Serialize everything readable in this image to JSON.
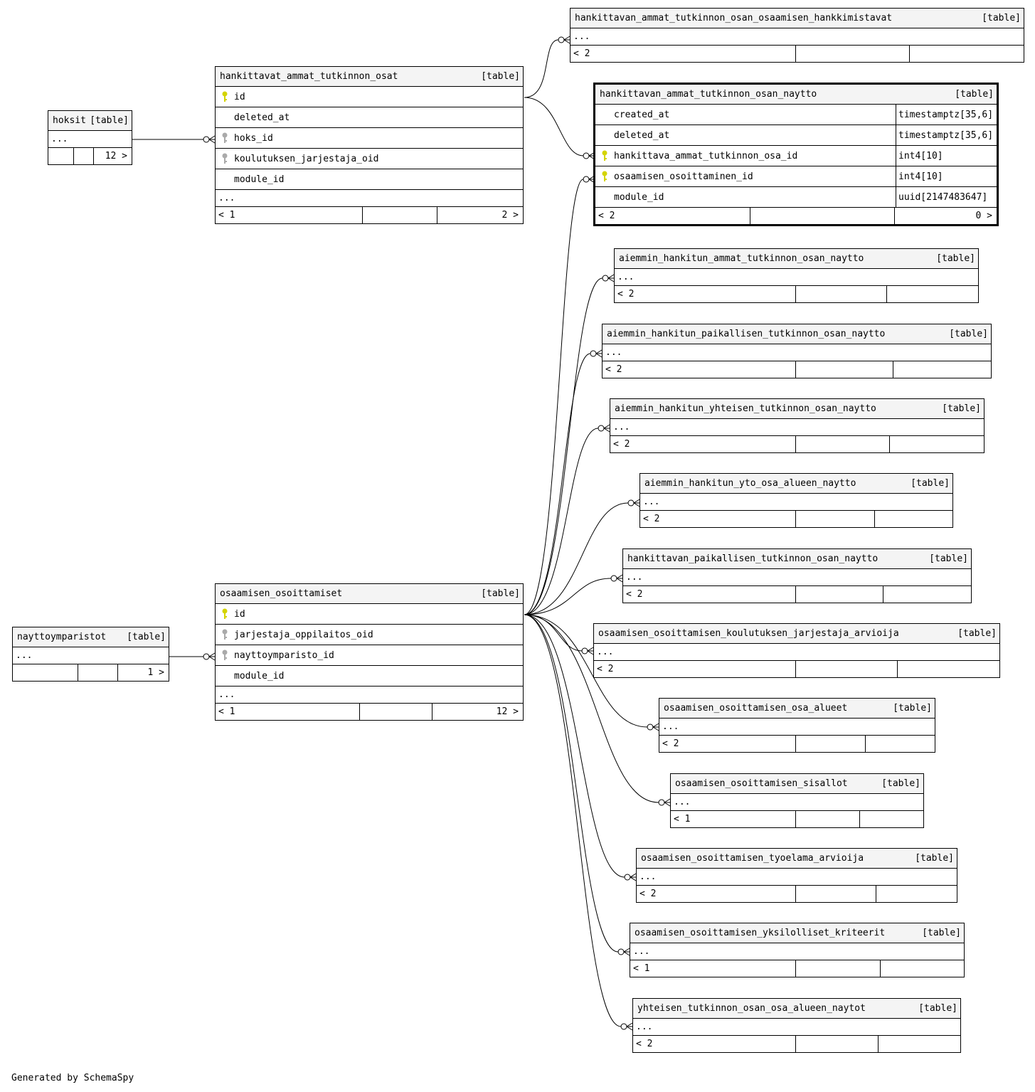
{
  "diagram": {
    "footer_text": "Generated by SchemaSpy",
    "colors": {
      "primary_key": "#d4d400",
      "foreign_key": "#aaaaaa",
      "header_bg": "#f4f4f4"
    },
    "table_tag": "[table]",
    "tables": {
      "hankkimistavat": {
        "name": "hankittavan_ammat_tutkinnon_osan_osaamisen_hankkimistavat",
        "ellipsis": "...",
        "footer": [
          "< 2",
          "",
          ""
        ]
      },
      "naytto": {
        "name": "hankittavan_ammat_tutkinnon_osan_naytto",
        "columns": [
          {
            "name": "created_at",
            "type": "timestamptz[35,6]",
            "key": ""
          },
          {
            "name": "deleted_at",
            "type": "timestamptz[35,6]",
            "key": ""
          },
          {
            "name": "hankittava_ammat_tutkinnon_osa_id",
            "type": "int4[10]",
            "key": "pk"
          },
          {
            "name": "osaamisen_osoittaminen_id",
            "type": "int4[10]",
            "key": "pk"
          },
          {
            "name": "module_id",
            "type": "uuid[2147483647]",
            "key": ""
          }
        ],
        "footer": [
          "< 2",
          "",
          "0 >"
        ]
      },
      "hato": {
        "name": "hankittavat_ammat_tutkinnon_osat",
        "columns": [
          {
            "name": "id",
            "key": "pk"
          },
          {
            "name": "deleted_at",
            "key": ""
          },
          {
            "name": "hoks_id",
            "key": "fk"
          },
          {
            "name": "koulutuksen_jarjestaja_oid",
            "key": "fk"
          },
          {
            "name": "module_id",
            "key": ""
          }
        ],
        "ellipsis": "...",
        "footer": [
          "< 1",
          "",
          "2 >"
        ]
      },
      "hoksit": {
        "name": "hoksit",
        "ellipsis": "...",
        "footer": [
          "",
          "",
          "12 >"
        ]
      },
      "aht_naytto": {
        "name": "aiemmin_hankitun_ammat_tutkinnon_osan_naytto",
        "ellipsis": "...",
        "footer": [
          "< 2",
          "",
          ""
        ]
      },
      "ahp_naytto": {
        "name": "aiemmin_hankitun_paikallisen_tutkinnon_osan_naytto",
        "ellipsis": "...",
        "footer": [
          "< 2",
          "",
          ""
        ]
      },
      "ahy_naytto": {
        "name": "aiemmin_hankitun_yhteisen_tutkinnon_osan_naytto",
        "ellipsis": "...",
        "footer": [
          "< 2",
          "",
          ""
        ]
      },
      "ahyto_naytto": {
        "name": "aiemmin_hankitun_yto_osa_alueen_naytto",
        "ellipsis": "...",
        "footer": [
          "< 2",
          "",
          ""
        ]
      },
      "hp_naytto": {
        "name": "hankittavan_paikallisen_tutkinnon_osan_naytto",
        "ellipsis": "...",
        "footer": [
          "< 2",
          "",
          ""
        ]
      },
      "oo_kja": {
        "name": "osaamisen_osoittamisen_koulutuksen_jarjestaja_arvioija",
        "ellipsis": "...",
        "footer": [
          "< 2",
          "",
          ""
        ]
      },
      "oo_osa_alueet": {
        "name": "osaamisen_osoittamisen_osa_alueet",
        "ellipsis": "...",
        "footer": [
          "< 2",
          "",
          ""
        ]
      },
      "oo_sisallot": {
        "name": "osaamisen_osoittamisen_sisallot",
        "ellipsis": "...",
        "footer": [
          "< 1",
          "",
          ""
        ]
      },
      "oo_tyoelama": {
        "name": "osaamisen_osoittamisen_tyoelama_arvioija",
        "ellipsis": "...",
        "footer": [
          "< 2",
          "",
          ""
        ]
      },
      "oo_kriteerit": {
        "name": "osaamisen_osoittamisen_yksilolliset_kriteerit",
        "ellipsis": "...",
        "footer": [
          "< 1",
          "",
          ""
        ]
      },
      "ytoa_naytot": {
        "name": "yhteisen_tutkinnon_osan_osa_alueen_naytot",
        "ellipsis": "...",
        "footer": [
          "< 2",
          "",
          ""
        ]
      },
      "oo": {
        "name": "osaamisen_osoittamiset",
        "columns": [
          {
            "name": "id",
            "key": "pk"
          },
          {
            "name": "jarjestaja_oppilaitos_oid",
            "key": "fk"
          },
          {
            "name": "nayttoymparisto_id",
            "key": "fk"
          },
          {
            "name": "module_id",
            "key": ""
          }
        ],
        "ellipsis": "...",
        "footer": [
          "< 1",
          "",
          "12 >"
        ]
      },
      "nayttoymparistot": {
        "name": "nayttoymparistot",
        "ellipsis": "...",
        "footer": [
          "",
          "",
          "1 >"
        ]
      }
    }
  }
}
